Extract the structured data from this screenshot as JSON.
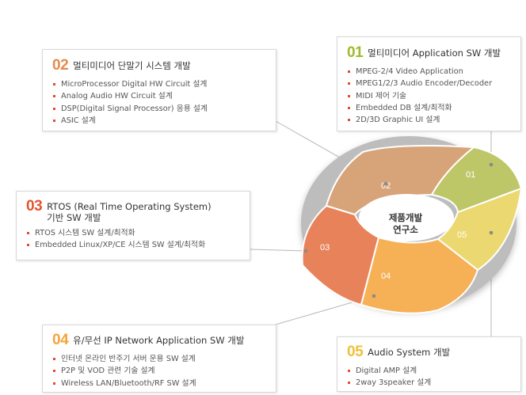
{
  "center": {
    "line1": "제품개발",
    "line2": "연구소"
  },
  "segments": [
    {
      "id": "01",
      "label": "01",
      "color": "#bdc768"
    },
    {
      "id": "02",
      "label": "02",
      "color": "#d7a47a"
    },
    {
      "id": "03",
      "label": "03",
      "color": "#e8825a"
    },
    {
      "id": "04",
      "label": "04",
      "color": "#f6b056"
    },
    {
      "id": "05",
      "label": "05",
      "color": "#ecd870"
    }
  ],
  "boxes": {
    "b01": {
      "num": "01",
      "num_color": "#9dbb2b",
      "title": "멀티미디어 Application SW 개발",
      "items": [
        "MPEG-2/4 Video Application",
        "MPEG1/2/3 Audio Encoder/Decoder",
        "MIDI 제어 기술",
        "Embedded DB 설계/최적화",
        "2D/3D Graphic UI 설계"
      ]
    },
    "b02": {
      "num": "02",
      "num_color": "#e58a4c",
      "title": "멀티미디어 단말기 시스템 개발",
      "items": [
        "MicroProcessor Digital HW Circuit 설계",
        "Analog Audio HW Circuit 설계",
        "DSP(Digital Signal Processor) 응용 설계",
        "ASIC 설계"
      ]
    },
    "b03": {
      "num": "03",
      "num_color": "#e2542f",
      "title_line1": "RTOS (Real Time Operating System)",
      "title_line2": "기반 SW 개발",
      "items": [
        "RTOS 시스템 SW 설계/최적화",
        "Embedded Linux/XP/CE 시스템 SW 설계/최적화"
      ]
    },
    "b04": {
      "num": "04",
      "num_color": "#f2a53a",
      "title": "유/무선 IP Network Application SW 개발",
      "items": [
        "인터넷 온라인 반주기 서버 운용 SW 설계",
        "P2P 및 VOD 관련 기술 설계",
        "Wireless LAN/Bluetooth/RF SW 설계"
      ]
    },
    "b05": {
      "num": "05",
      "num_color": "#f1bf3a",
      "title": "Audio System 개발",
      "items": [
        "Digital AMP 설계",
        "2way 3speaker 설계"
      ]
    }
  }
}
